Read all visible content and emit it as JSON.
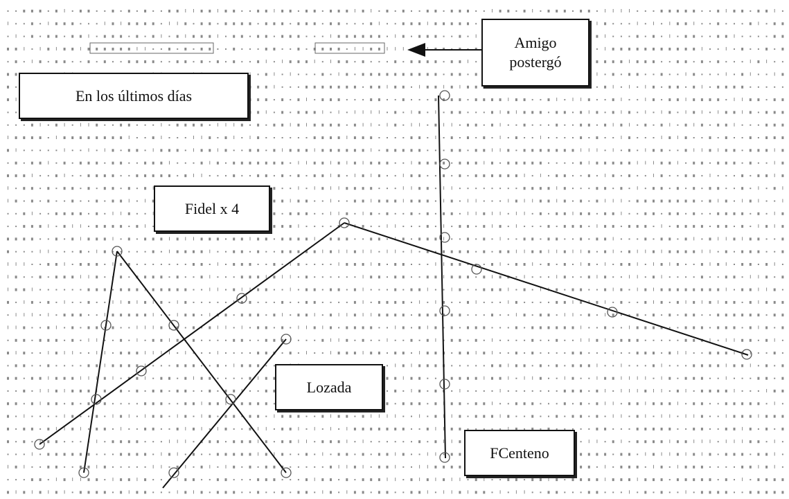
{
  "labels": {
    "recent": "En los últimos días",
    "friend_line1": "Amigo",
    "friend_line2": "postergó",
    "fidel": "Fidel x 4",
    "lozada": "Lozada",
    "fcenteno": "FCenteno"
  },
  "colors": {
    "ink": "#111111",
    "grid_dot": "#8a8a8a",
    "background": "#ffffff"
  },
  "icons": {
    "arrow": "left-arrow-icon",
    "node": "circle-node-icon"
  }
}
